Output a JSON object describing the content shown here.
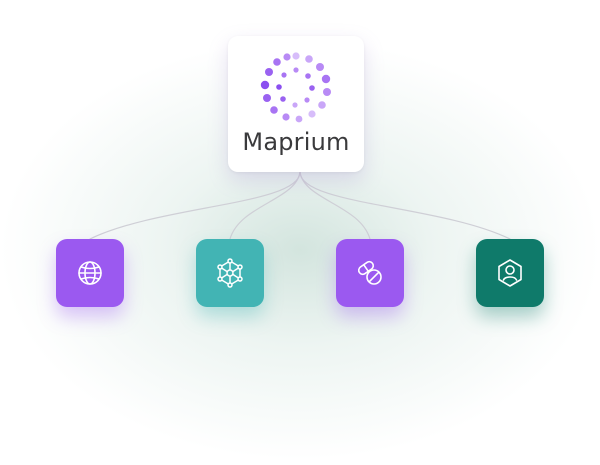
{
  "brand": {
    "name": "Maprium",
    "logo_icon": "dotted-ring-logo",
    "logo_colors": [
      "#8b4ff0",
      "#b88af5",
      "#d7bdfa"
    ]
  },
  "nodes": [
    {
      "id": "globe",
      "icon": "globe-icon",
      "color": "#9b59f0"
    },
    {
      "id": "network",
      "icon": "network-nodes-icon",
      "color": "#42b4b4"
    },
    {
      "id": "pills",
      "icon": "pills-icon",
      "color": "#9b59f0"
    },
    {
      "id": "user",
      "icon": "user-hexagon-icon",
      "color": "#0f7a6a"
    }
  ],
  "connector_color": "#cfcfd6"
}
